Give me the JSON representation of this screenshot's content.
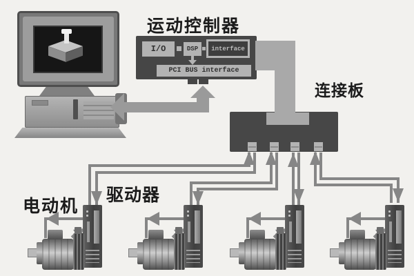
{
  "labels": {
    "controller": "运动控制器",
    "connection_board": "连接板",
    "motor": "电动机",
    "driver": "驱动器"
  },
  "controller_blocks": {
    "io": "I/O",
    "dsp": "DSP",
    "interface": "interface",
    "pci_bus": "PCI BUS interface"
  },
  "structure": {
    "driver_motor_pairs": 4
  },
  "colors": {
    "background": "#f2f1ee",
    "dark_panel": "#464646",
    "light_block": "#b3b3b3",
    "thin_cable": "#868686",
    "thick_arrow": "#9a9a9a",
    "conduit": "#a9a9a9",
    "label_text": "#1b1b1b"
  }
}
